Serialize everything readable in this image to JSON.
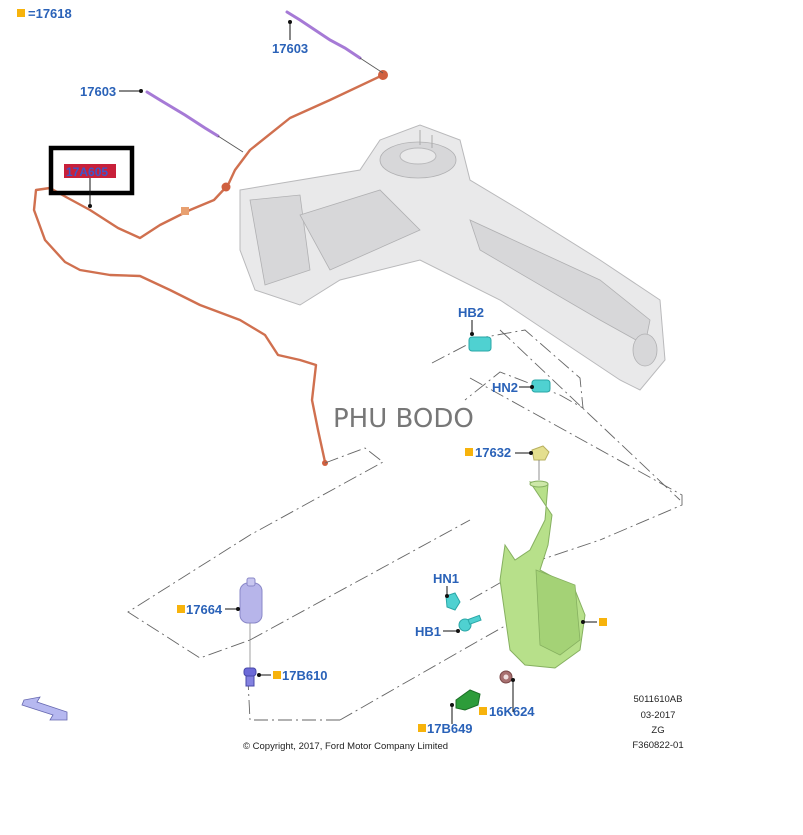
{
  "legend": {
    "symbol": "orange-square",
    "text": "=17618"
  },
  "callouts": {
    "nozzle_right": "17603",
    "nozzle_left": "17603",
    "hose_highlighted": "17A605",
    "hb2": "HB2",
    "hn2": "HN2",
    "cap": "17632",
    "hn1": "HN1",
    "hb1": "HB1",
    "pump": "17664",
    "grommet_pump": "17B610",
    "level_sensor": "17B649",
    "grommet_sensor": "16K624"
  },
  "watermark": "PHU BODO",
  "copyright": "© Copyright, 2017, Ford Motor Company Limited",
  "meta_block": {
    "line1": "5011610AB",
    "line2": "03-2017",
    "line3": "ZG",
    "line4": "F360822-01"
  },
  "colors": {
    "callout_blue": "#2a62b8",
    "marker_orange": "#f7b30c",
    "hose_orange": "#d0704f",
    "nozzle_purple": "#a67ad6",
    "reservoir_green": "#b7e08a",
    "clip_cyan": "#4fd1d1",
    "highlight_red": "#c8203a"
  }
}
